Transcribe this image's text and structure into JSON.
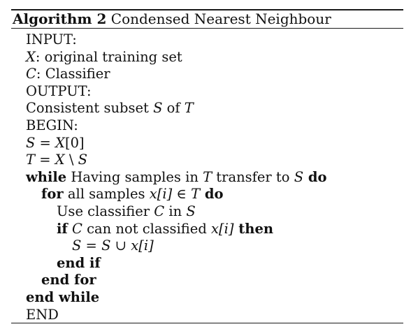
{
  "algorithm": {
    "label": "Algorithm 2",
    "title": "Condensed Nearest Neighbour"
  },
  "lines": [
    {
      "text": "INPUT:"
    },
    {
      "var": "X",
      "rest": ": original training set"
    },
    {
      "var": "C",
      "rest": ": Classifier"
    },
    {
      "text": "OUTPUT:"
    },
    {
      "pre": "Consistent subset ",
      "v1": "S",
      "mid": " of ",
      "v2": "T"
    },
    {
      "text": "BEGIN:"
    },
    {
      "lhs": "S",
      "eq": " = ",
      "rhs": "X",
      "tail": "[0]"
    },
    {
      "lhs": "T",
      "eq": " = ",
      "a": "X",
      "op": " \\ ",
      "b": "S"
    },
    {
      "kw_start": "while",
      "pre": " Having samples in ",
      "v1": "T",
      "mid": " transfer to ",
      "v2": "S",
      "kw_end": " do"
    },
    {
      "kw_start": "for",
      "pre": " all samples ",
      "expr": "x",
      "idx": "[i]",
      "op": " ∈ ",
      "v1": "T",
      "kw_end": " do"
    },
    {
      "pre": "Use classifier ",
      "v1": "C",
      "mid": " in ",
      "v2": "S"
    },
    {
      "kw_start": "if",
      "sp": " ",
      "v1": "C",
      "mid": " can not classified ",
      "expr": "x",
      "idx": "[i]",
      "kw_end": " then"
    },
    {
      "lhs": "S",
      "eq": " = ",
      "a": "S",
      "op": " ∪ ",
      "expr": "x",
      "idx": "[i]"
    },
    {
      "kw": "end if"
    },
    {
      "kw": "end for"
    },
    {
      "kw": "end while"
    },
    {
      "text": "END"
    }
  ]
}
